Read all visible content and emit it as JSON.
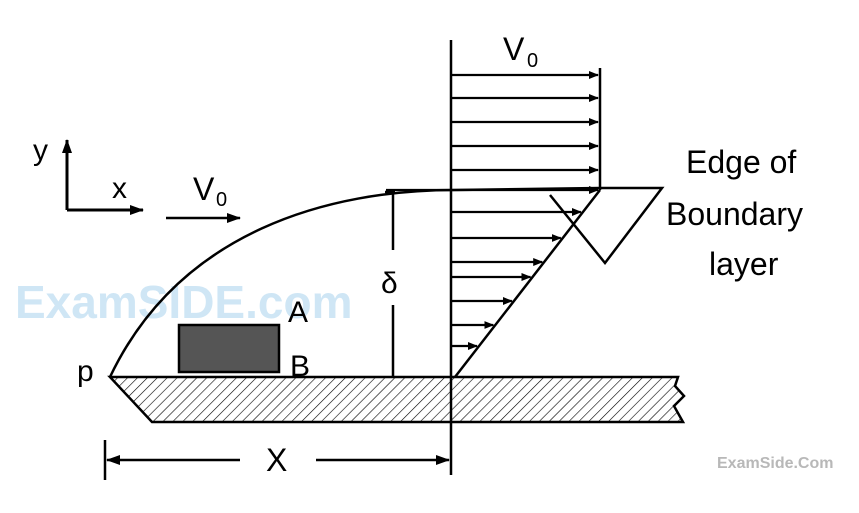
{
  "labels": {
    "axis_y": "y",
    "axis_x": "x",
    "freestream_velocity": "V",
    "freestream_subscript": "0",
    "profile_velocity": "V",
    "profile_subscript": "0",
    "thickness": "δ",
    "point_a": "A",
    "point_b": "B",
    "leading_edge": "p",
    "distance": "X",
    "edge_line1": "Edge of",
    "edge_line2": "Boundary",
    "edge_line3": "layer"
  },
  "watermarks": {
    "center": "ExamSIDE.com",
    "corner": "ExamSide.Com"
  },
  "colors": {
    "ink": "#000000",
    "block": "#555555",
    "watermark_center": "#cfe6f5",
    "watermark_corner": "#b8b8b8"
  }
}
